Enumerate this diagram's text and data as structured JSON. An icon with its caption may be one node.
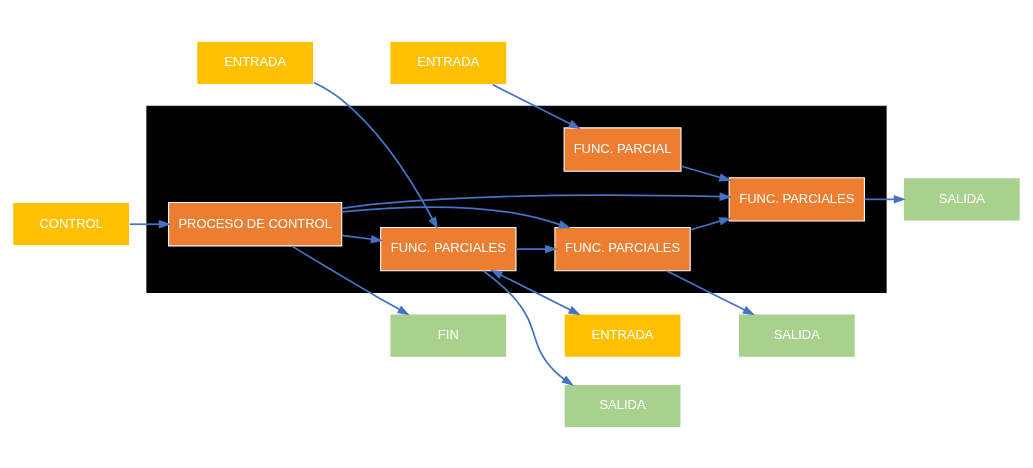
{
  "diagram": {
    "nodes": [
      {
        "text": [],
        "shape": "box"
      },
      {
        "text": [
          "CONTROL"
        ]
      },
      {
        "text": [
          "ENTRADA"
        ]
      },
      {
        "text": [
          "ENTRADA"
        ]
      },
      {
        "text": [
          "ENTRADA"
        ]
      },
      {
        "text": [
          "PROCESO DE CONTROL"
        ],
        "in": 0
      },
      {
        "text": [
          "FUNC. PARCIALES"
        ],
        "in": 0
      },
      {
        "text": [
          "FUNC. PARCIALES"
        ],
        "in": 0
      },
      {
        "text": [
          "FUNC. PARCIALES"
        ],
        "in": 0
      },
      {
        "text": [
          "FUNC. PARCIAL"
        ],
        "in": 0
      },
      {
        "text": [
          "FIN"
        ]
      },
      {
        "text": [
          "SALIDA"
        ]
      },
      {
        "text": [
          "SALIDA"
        ]
      },
      {
        "text": [
          "SALIDA"
        ]
      }
    ],
    "edges": [
      {
        "from": 1,
        "to": 5,
        "arrow": "to"
      },
      {
        "from": 5,
        "to": 10,
        "arrow": "to"
      },
      {
        "from": 5,
        "to": 6,
        "arrow": "to"
      },
      {
        "from": 5,
        "to": 7,
        "arrow": "to"
      },
      {
        "from": 5,
        "to": 8,
        "arrow": "to"
      },
      {
        "from": 2,
        "to": 6,
        "arrow": "to"
      },
      {
        "from": 6,
        "to": 7,
        "arrow": "to"
      },
      {
        "from": 7,
        "to": 8,
        "arrow": "to"
      },
      {
        "from": 7,
        "to": 11,
        "arrow": "to"
      },
      {
        "from": 8,
        "to": 12,
        "arrow": "to"
      },
      {
        "from": 6,
        "to": 3,
        "arrow": "both"
      },
      {
        "from": 6,
        "to": 13,
        "arrow": "to"
      },
      {
        "from": 4,
        "to": 9,
        "arrow": "to"
      },
      {
        "from": 9,
        "to": 8,
        "arrow": "to"
      }
    ]
  }
}
